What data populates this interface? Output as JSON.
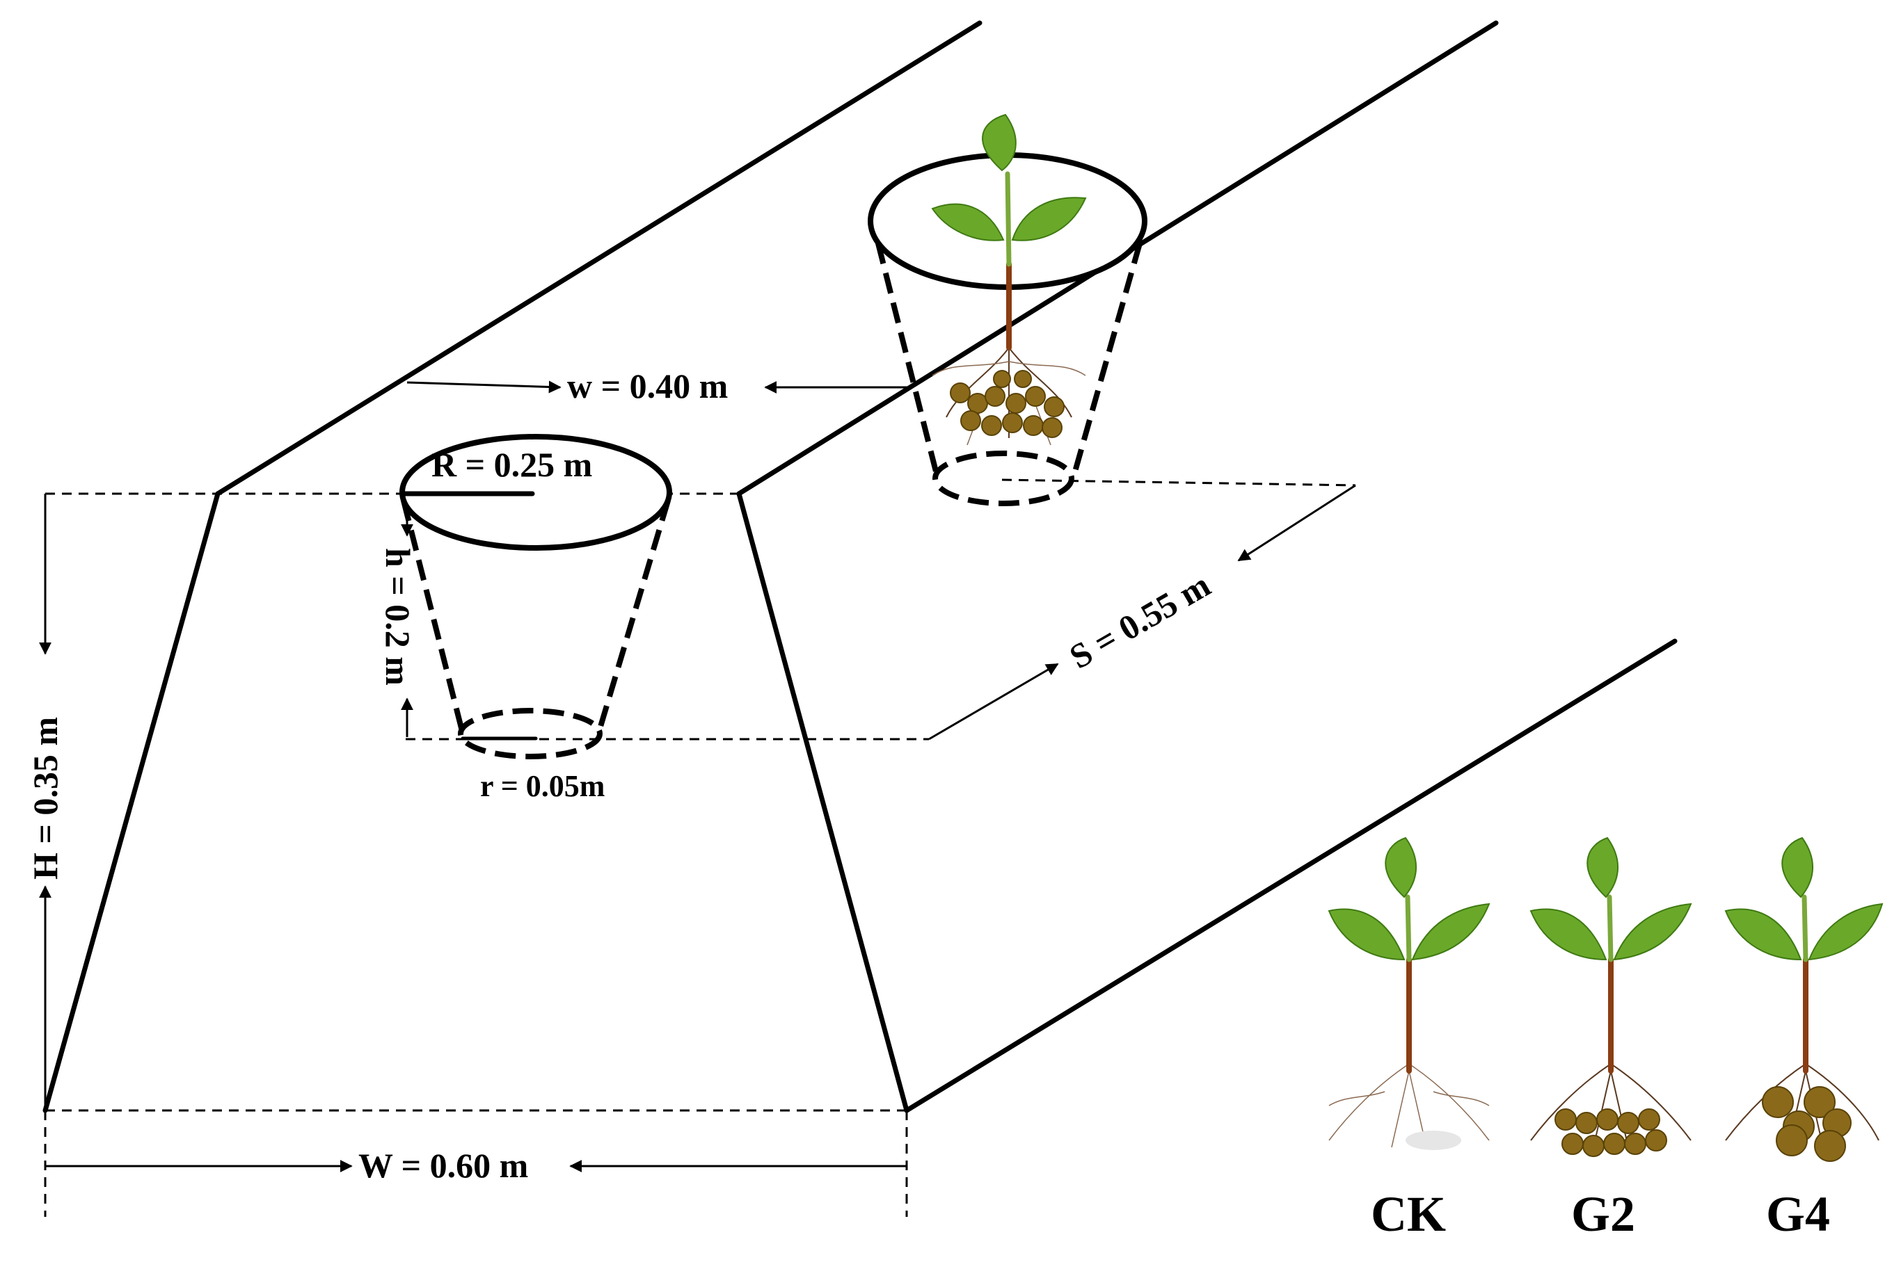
{
  "labels": {
    "top_width": "w = 0.40 m",
    "pit_top_radius": "R = 0.25 m",
    "pit_depth": "h = 0.2 m",
    "pit_bottom_radius": "r = 0.05m",
    "spacing": "S = 0.55 m",
    "ridge_height": "H = 0.35 m",
    "bottom_width": "W = 0.60 m"
  },
  "treatments": [
    "CK",
    "G2",
    "G4"
  ],
  "colors": {
    "line": "#000000",
    "leaf": "#6aa82a",
    "stem": "#8a3d12",
    "nodule": "#8a6a1a"
  }
}
